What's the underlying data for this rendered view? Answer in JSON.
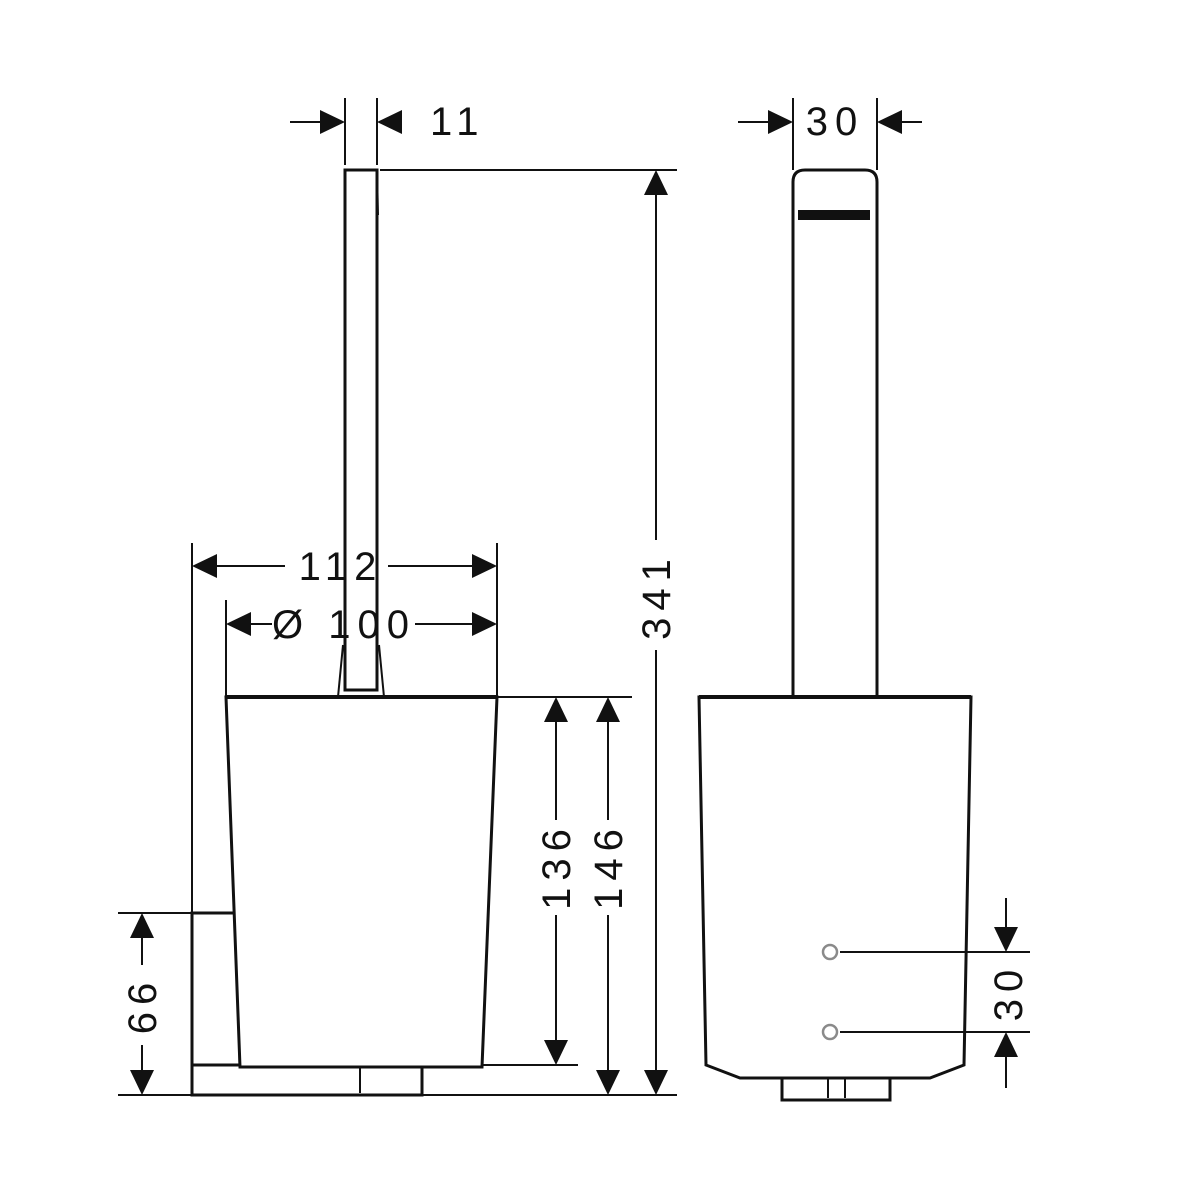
{
  "dimensions": {
    "rod_width": "11",
    "holder_depth": "30",
    "overall_width": "112",
    "bowl_diameter": "Ø 100",
    "overall_height": "341",
    "bowl_height": "136",
    "bowl_total_height": "146",
    "bracket_height": "66",
    "mounting_hole_spacing": "30"
  },
  "colors": {
    "line": "#111111",
    "hole": "#8a8a8a",
    "background": "#ffffff"
  }
}
